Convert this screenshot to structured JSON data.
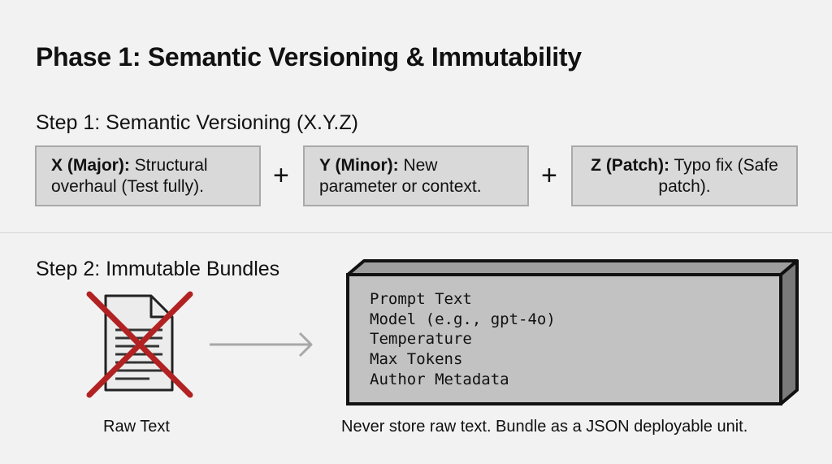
{
  "title": "Phase 1: Semantic Versioning & Immutability",
  "step1": {
    "heading": "Step 1: Semantic Versioning (X.Y.Z)",
    "boxes": [
      {
        "key": "X (Major):",
        "text": "Structural overhaul (Test fully)."
      },
      {
        "key": "Y (Minor):",
        "text": "New parameter or context."
      },
      {
        "key": "Z (Patch):",
        "text": "Typo fix (Safe patch)."
      }
    ],
    "operator": "+"
  },
  "step2": {
    "heading": "Step 2: Immutable Bundles",
    "raw_label": "Raw Text",
    "bundle_fields": [
      "Prompt Text",
      "Model (e.g., gpt-4o)",
      "Temperature",
      "Max Tokens",
      "Author Metadata"
    ],
    "caption": "Never store raw text. Bundle as a JSON deployable unit."
  },
  "colors": {
    "cross": "#b22222",
    "box_fill": "#d9d9d9",
    "bundle_fill": "#c2c2c2",
    "arrow": "#a8a8a8"
  }
}
